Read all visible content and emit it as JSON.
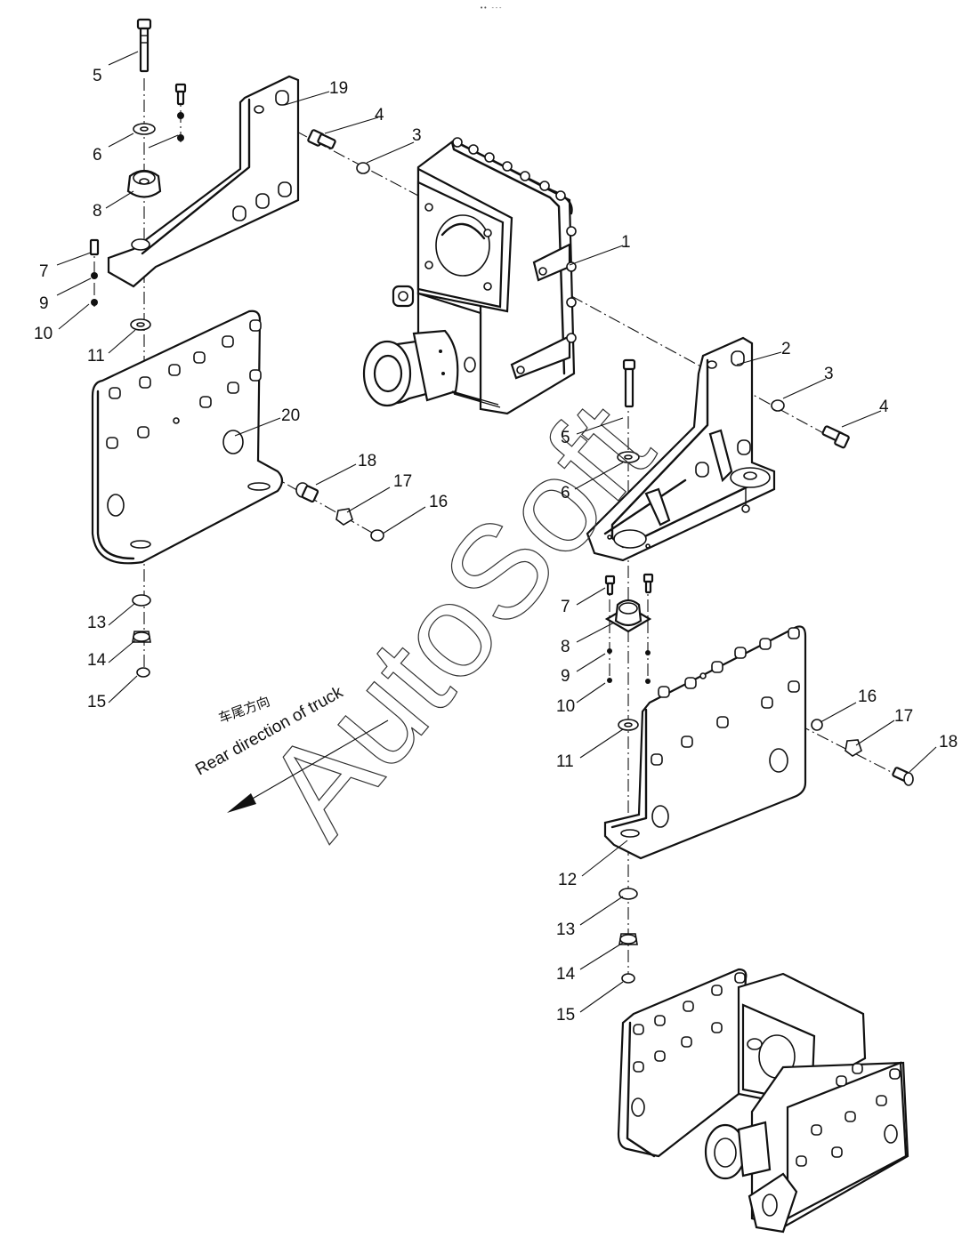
{
  "header": {
    "mark": "•• ---"
  },
  "watermark": {
    "text": "AutoSoft"
  },
  "direction": {
    "chinese": "车尾方向",
    "english": "Rear direction of truck"
  },
  "callouts": [
    {
      "id": "c1",
      "label": "1"
    },
    {
      "id": "c2",
      "label": "2"
    },
    {
      "id": "c3a",
      "label": "3"
    },
    {
      "id": "c3b",
      "label": "3"
    },
    {
      "id": "c4a",
      "label": "4"
    },
    {
      "id": "c4b",
      "label": "4"
    },
    {
      "id": "c5a",
      "label": "5"
    },
    {
      "id": "c5b",
      "label": "5"
    },
    {
      "id": "c6a",
      "label": "6"
    },
    {
      "id": "c6b",
      "label": "6"
    },
    {
      "id": "c7a",
      "label": "7"
    },
    {
      "id": "c7b",
      "label": "7"
    },
    {
      "id": "c8a",
      "label": "8"
    },
    {
      "id": "c8b",
      "label": "8"
    },
    {
      "id": "c9a",
      "label": "9"
    },
    {
      "id": "c9b",
      "label": "9"
    },
    {
      "id": "c10a",
      "label": "10"
    },
    {
      "id": "c10b",
      "label": "10"
    },
    {
      "id": "c11a",
      "label": "11"
    },
    {
      "id": "c11b",
      "label": "11"
    },
    {
      "id": "c12",
      "label": "12"
    },
    {
      "id": "c13a",
      "label": "13"
    },
    {
      "id": "c13b",
      "label": "13"
    },
    {
      "id": "c14a",
      "label": "14"
    },
    {
      "id": "c14b",
      "label": "14"
    },
    {
      "id": "c15a",
      "label": "15"
    },
    {
      "id": "c15b",
      "label": "15"
    },
    {
      "id": "c16a",
      "label": "16"
    },
    {
      "id": "c16b",
      "label": "16"
    },
    {
      "id": "c17a",
      "label": "17"
    },
    {
      "id": "c17b",
      "label": "17"
    },
    {
      "id": "c18a",
      "label": "18"
    },
    {
      "id": "c18b",
      "label": "18"
    },
    {
      "id": "c19",
      "label": "19"
    },
    {
      "id": "c20",
      "label": "20"
    }
  ]
}
